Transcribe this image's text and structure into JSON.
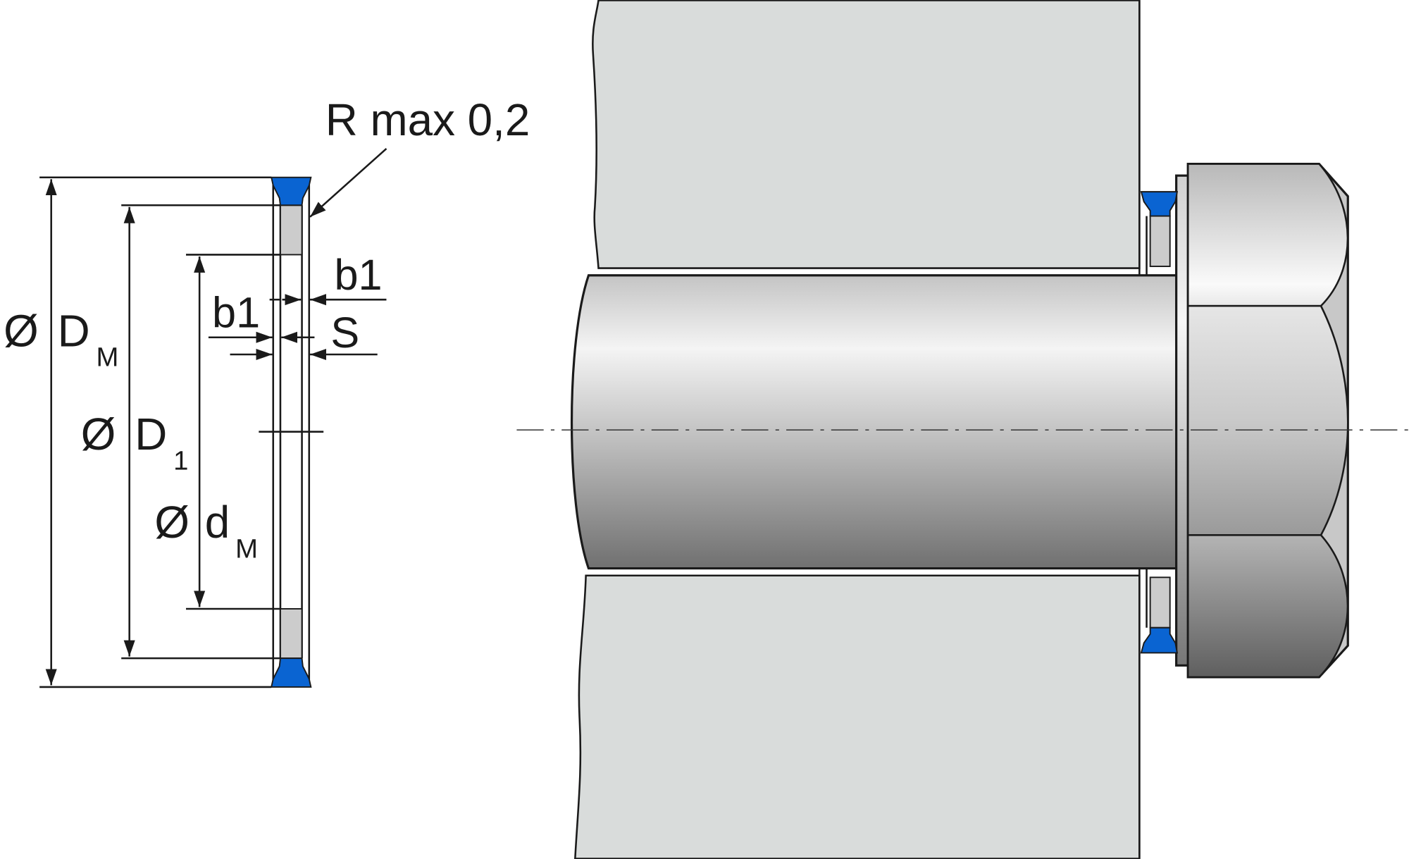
{
  "labels": {
    "radius_note": "R max 0,2",
    "outer_diameter": {
      "symbol": "Ø",
      "main": "D",
      "sub": "M"
    },
    "d1_diameter": {
      "symbol": "Ø",
      "main": "D",
      "sub": "1"
    },
    "inner_diameter": {
      "symbol": "Ø",
      "main": "d",
      "sub": "M"
    },
    "b1_upper": "b1",
    "b1_lower": "b1",
    "thickness": "S"
  },
  "colors": {
    "seal_blue": "#0a64d2",
    "metal_gray": "#cccccc",
    "housing_gray": "#d9dcdb"
  }
}
